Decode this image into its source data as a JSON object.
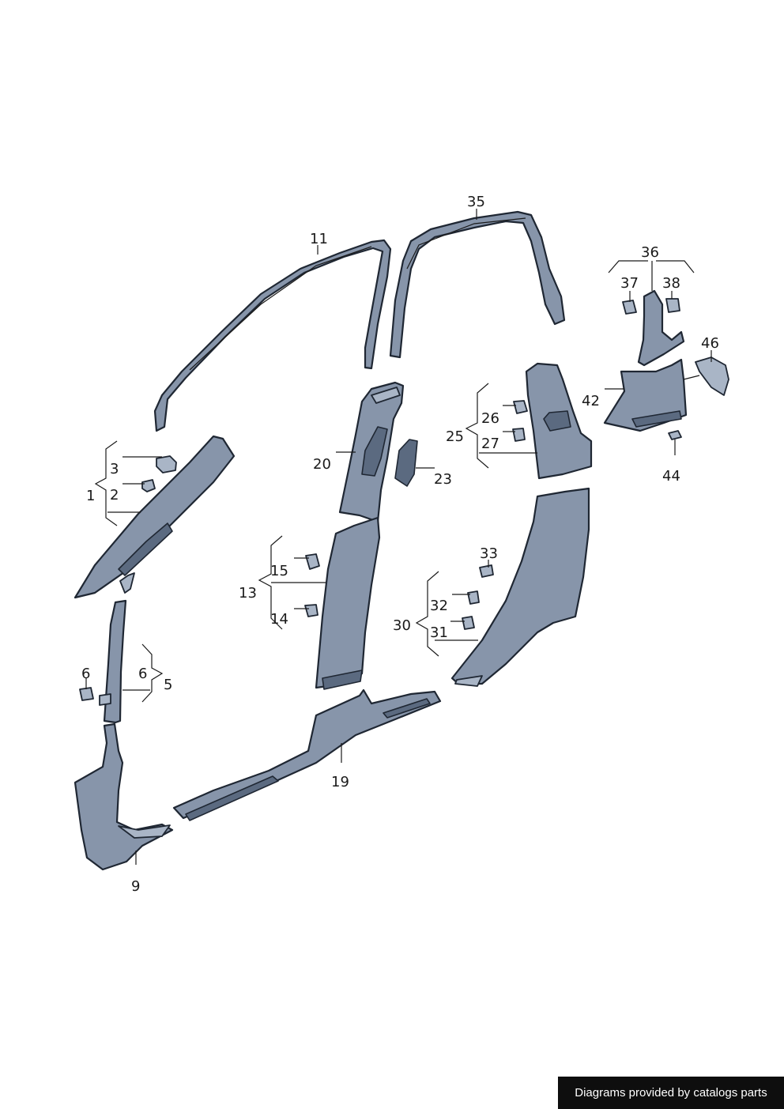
{
  "callouts": {
    "c1": "1",
    "c2": "2",
    "c3": "3",
    "c5": "5",
    "c6a": "6",
    "c6b": "6",
    "c9": "9",
    "c11": "11",
    "c13": "13",
    "c14": "14",
    "c15": "15",
    "c19": "19",
    "c20": "20",
    "c23": "23",
    "c25": "25",
    "c26": "26",
    "c27": "27",
    "c30": "30",
    "c31": "31",
    "c32": "32",
    "c33": "33",
    "c35": "35",
    "c36": "36",
    "c37": "37",
    "c38": "38",
    "c42": "42",
    "c44": "44",
    "c46": "46"
  },
  "footer": {
    "credit": "Diagrams provided by catalogs parts"
  },
  "colors": {
    "part": "#8795aa",
    "outline": "#1f2733",
    "credit_bg": "#0e0e0e"
  }
}
